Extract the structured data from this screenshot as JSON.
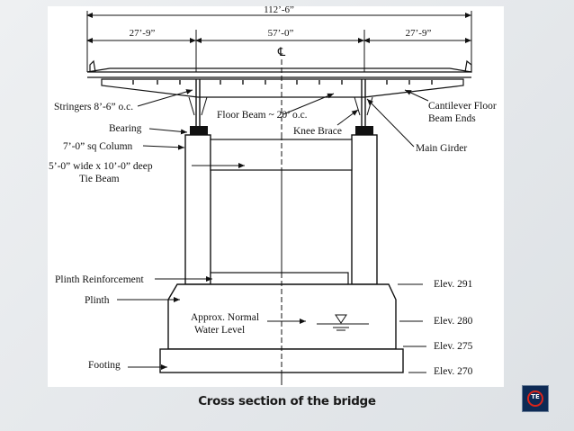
{
  "caption": "Cross section  of the bridge",
  "logo_text": "TE",
  "dims": {
    "total": "112’-6”",
    "left": "27’-9”",
    "center": "57’-0”",
    "right": "27’-9”"
  },
  "centerline_symbol": "℄",
  "labels": {
    "stringers": "Stringers 8’-6” o.c.",
    "bearing": "Bearing",
    "column": "7’-0” sq Column",
    "tie_beam_line1": "5’-0” wide x 10’-0” deep",
    "tie_beam_line2": "Tie Beam",
    "floor_beam": "Floor Beam ~ 20’ o.c.",
    "knee_brace": "Knee Brace",
    "cantilever_line1": "Cantilever Floor",
    "cantilever_line2": "Beam Ends",
    "main_girder": "Main Girder",
    "plinth_reinforcement": "Plinth Reinforcement",
    "plinth": "Plinth",
    "water_line1": "Approx. Normal",
    "water_line2": "Water Level",
    "footing": "Footing"
  },
  "elevations": [
    "Elev. 291",
    "Elev. 280",
    "Elev. 275",
    "Elev. 270"
  ],
  "colors": {
    "background": "#e6e9ec",
    "panel": "#ffffff",
    "ink": "#111111",
    "logo_bg": "#0d2a55",
    "logo_ring": "#d9241b"
  }
}
